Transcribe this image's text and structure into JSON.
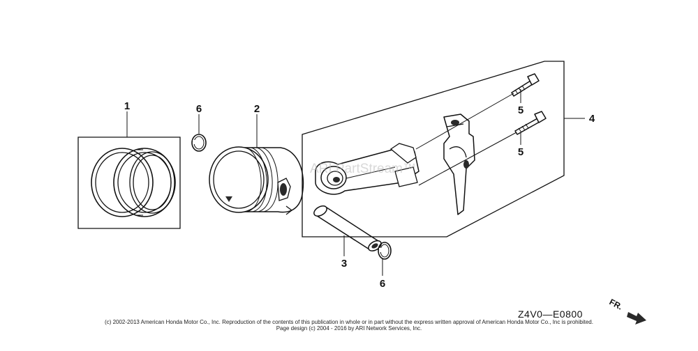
{
  "diagram_code": "Z4V0—E0800",
  "direction_label": "FR.",
  "watermark": "ARI PartStream™",
  "copyright_line1": "(c) 2002-2013 American Honda Motor Co., Inc. Reproduction of the contents of this publication in whole or in part without the express written approval of American Honda Motor Co., Inc is prohibited.",
  "copyright_line2": "Page design (c) 2004 - 2016 by ARI Network Services, Inc.",
  "callouts": {
    "piston_rings": "1",
    "piston": "2",
    "piston_pin": "3",
    "connecting_rod_set": "4",
    "rod_bolt_upper": "5",
    "rod_bolt_lower": "5",
    "clip_left": "6",
    "clip_bottom": "6"
  }
}
